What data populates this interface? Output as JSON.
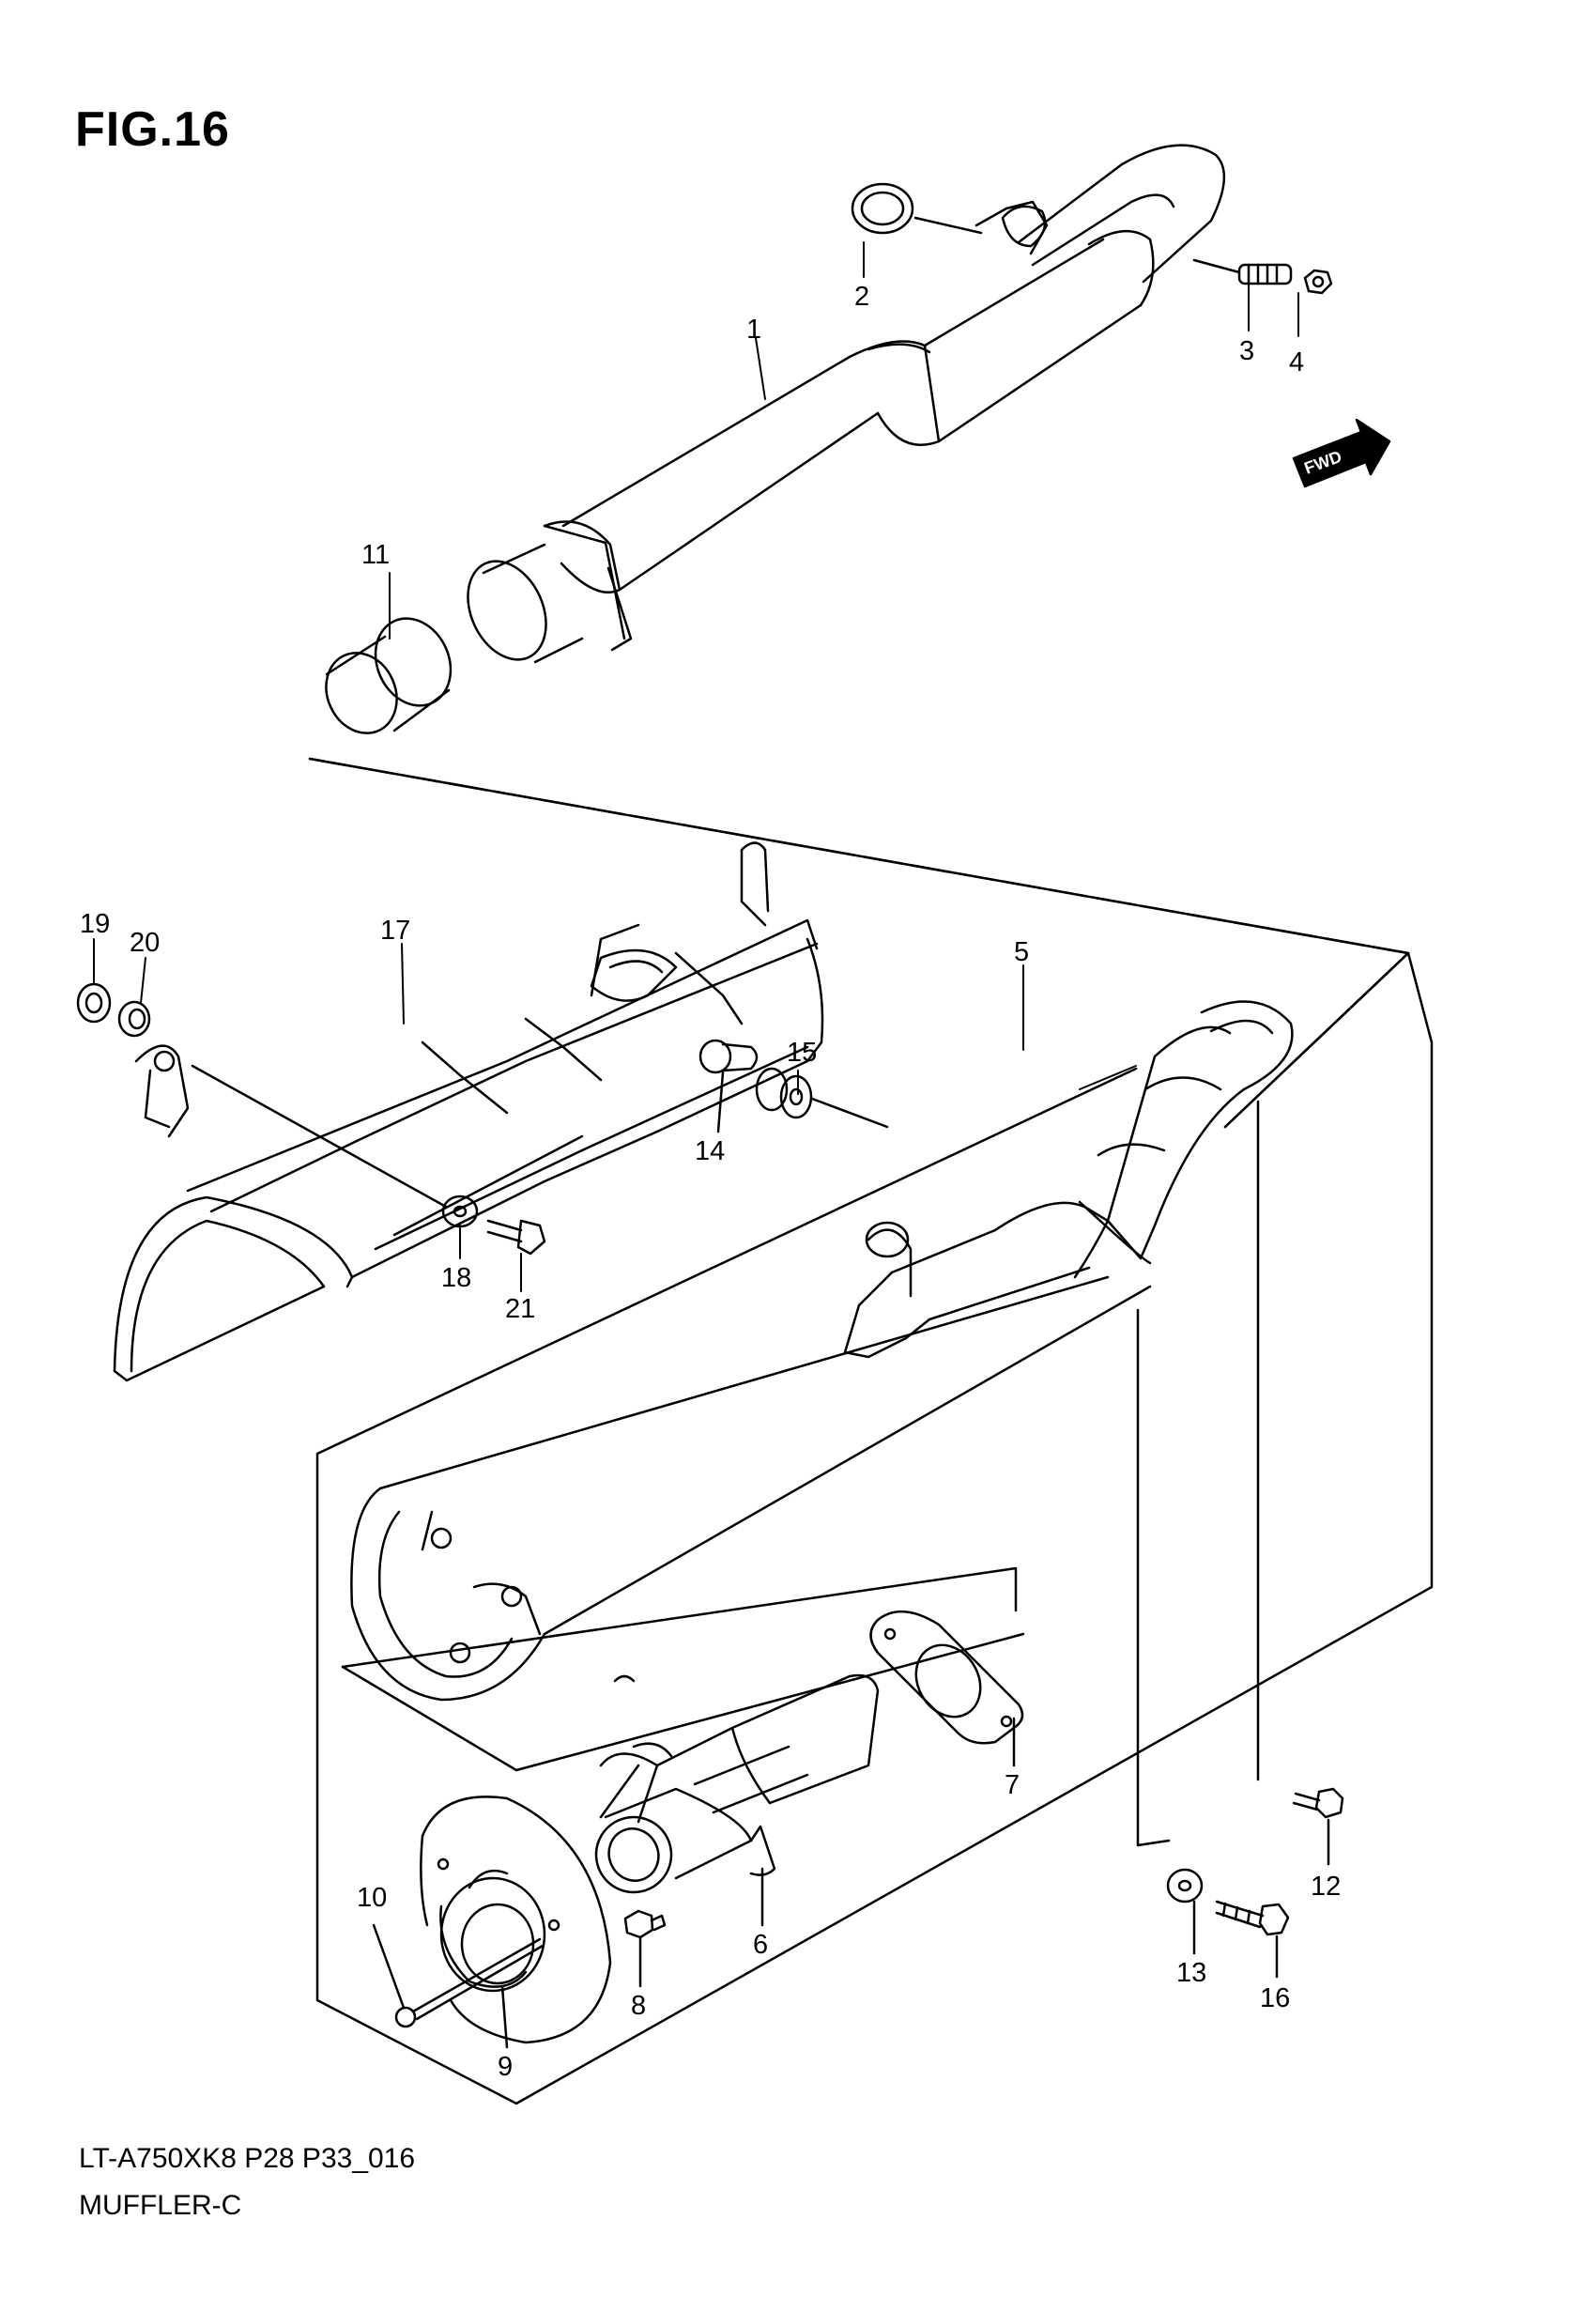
{
  "figure": {
    "title": "FIG.16",
    "model_code": "LT-A750XK8 P28 P33_016",
    "name": "MUFFLER-C",
    "fwd_label": "FWD"
  },
  "callouts": [
    "1",
    "2",
    "3",
    "4",
    "5",
    "6",
    "7",
    "8",
    "9",
    "10",
    "11",
    "12",
    "13",
    "14",
    "15",
    "16",
    "17",
    "18",
    "19",
    "20",
    "21"
  ]
}
